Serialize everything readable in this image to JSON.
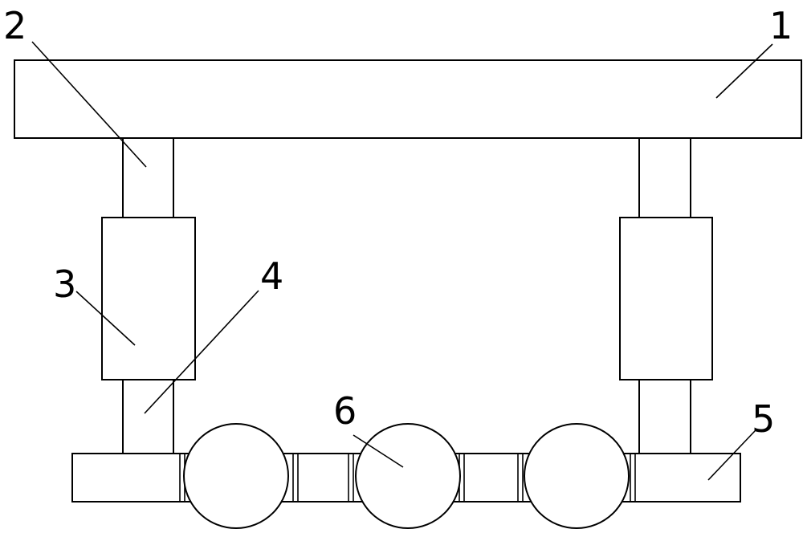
{
  "labels": {
    "top_plate": "1",
    "upper_column": "2",
    "sleeve": "3",
    "lower_column": "4",
    "base_plate": "5",
    "roller": "6"
  },
  "colors": {
    "stroke": "#000000",
    "fill": "#ffffff"
  }
}
